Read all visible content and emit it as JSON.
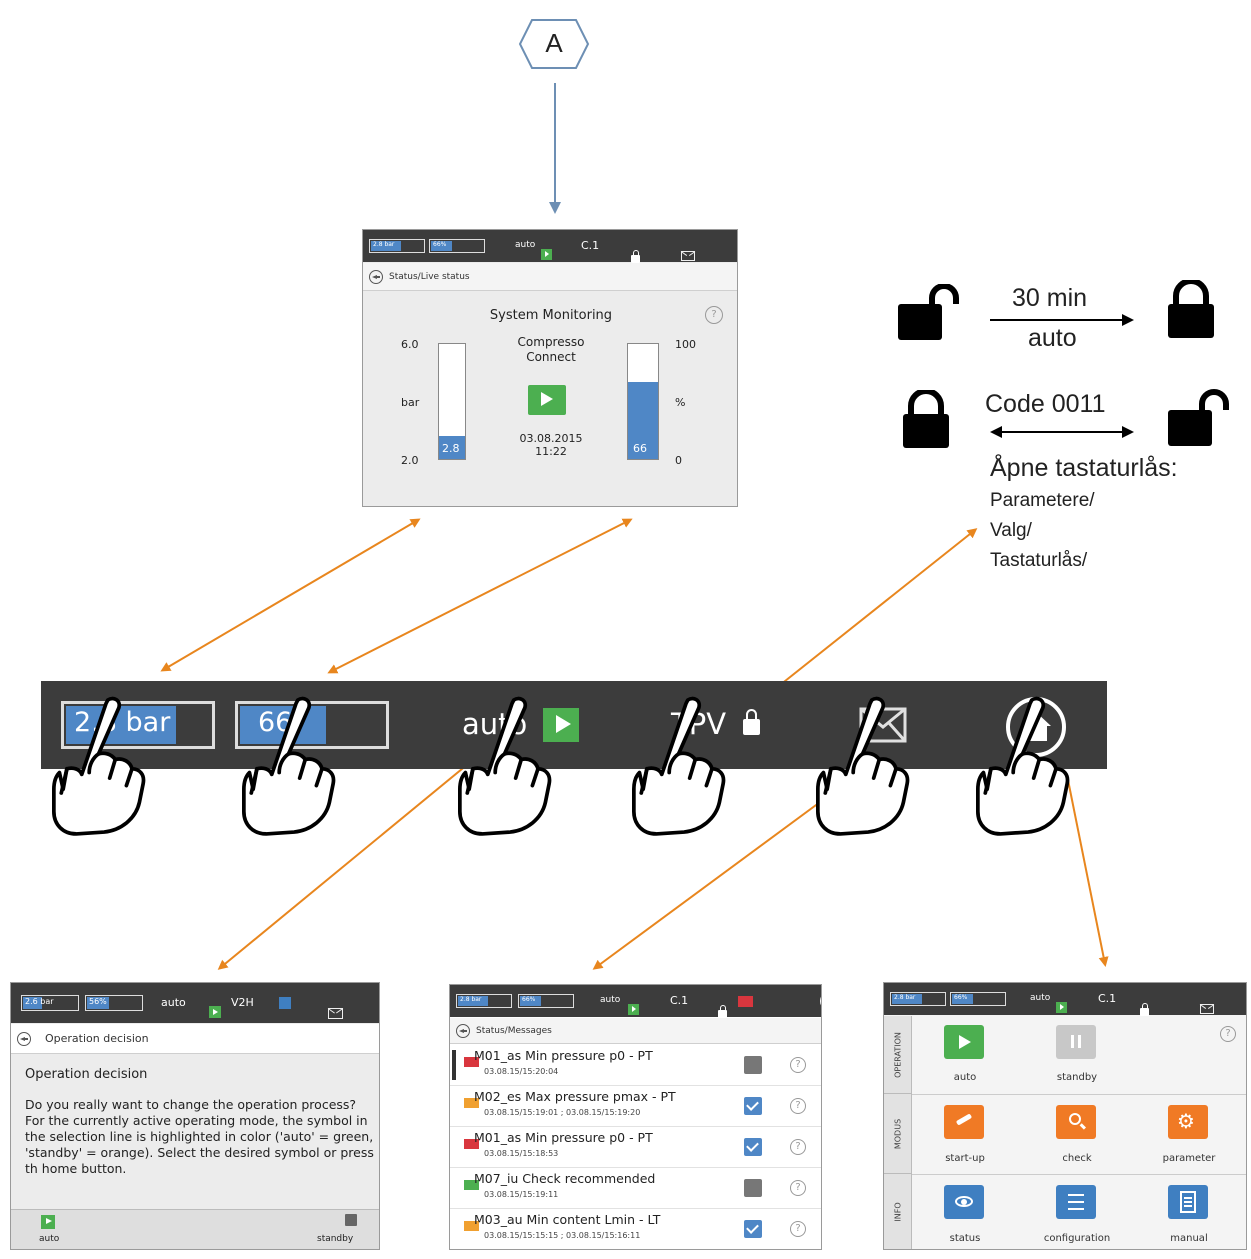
{
  "marker": "A",
  "lock_legend": {
    "duration": "30 min",
    "duration_sub": "auto",
    "code": "Code 0011",
    "unlock_title": "Åpne tastaturlås:",
    "path": [
      "Parametere/",
      "Valg/",
      "Tastaturlås/"
    ]
  },
  "top_screen": {
    "bar": {
      "pressure": "2.8 bar",
      "level": "66%",
      "mode": "auto",
      "lock_label": "C.1"
    },
    "breadcrumb": "Status/Live status",
    "title": "System Monitoring",
    "device": "Compresso\nConnect",
    "date": "03.08.2015",
    "time": "11:22",
    "left_gauge": {
      "max": "6.0",
      "unit": "bar",
      "min": "2.0",
      "value": "2.8",
      "fill": 0.2
    },
    "right_gauge": {
      "max": "100",
      "unit": "%",
      "min": "0",
      "value": "66",
      "fill": 0.66
    }
  },
  "big_bar": {
    "pressure": "2.8 bar",
    "level": "66",
    "mode": "auto",
    "lock_label": "TPV"
  },
  "screen_operation": {
    "bar": {
      "pressure": "2.6 bar",
      "level": "56%",
      "mode": "auto",
      "extra": "V2H"
    },
    "breadcrumb": "Operation decision",
    "heading": "Operation decision",
    "body": "Do you really want to change the operation process? For the currently active operating mode, the symbol in the selection line is highlighted in color ('auto' = green, 'standby' = orange). Select the desired symbol or press th home button.",
    "buttons": [
      "auto",
      "standby"
    ]
  },
  "screen_messages": {
    "bar": {
      "pressure": "2.8 bar",
      "level": "66%",
      "mode": "auto",
      "lock_label": "C.1"
    },
    "breadcrumb": "Status/Messages",
    "rows": [
      {
        "title": "M01_as Min pressure p0 - PT",
        "time": "03.08.15/15:20:04",
        "color": "#d9363e",
        "checked": false,
        "active": true
      },
      {
        "title": "M02_es Max pressure pmax - PT",
        "time": "03.08.15/15:19:01 ; 03.08.15/15:19:20",
        "color": "#f0a030",
        "checked": true,
        "active": false
      },
      {
        "title": "M01_as Min pressure p0 - PT",
        "time": "03.08.15/15:18:53",
        "color": "#d9363e",
        "checked": true,
        "active": false
      },
      {
        "title": "M07_iu Check recommended",
        "time": "03.08.15/15:19:11",
        "color": "#4caf50",
        "checked": false,
        "active": false
      },
      {
        "title": "M03_au Min content Lmin - LT",
        "time": "03.08.15/15:15:15 ; 03.08.15/15:16:11",
        "color": "#f0a030",
        "checked": true,
        "active": false
      }
    ]
  },
  "screen_menu": {
    "bar": {
      "pressure": "2.8 bar",
      "level": "66%",
      "mode": "auto",
      "lock_label": "C.1"
    },
    "sections": [
      "OPERATION",
      "MODUS",
      "INFO"
    ],
    "operation": [
      "auto",
      "standby"
    ],
    "modus": [
      "start-up",
      "check",
      "parameter"
    ],
    "info": [
      "status",
      "configuration",
      "manual"
    ]
  },
  "colors": {
    "arrow": "#e8861e",
    "blue_arrow": "#6d8fb4",
    "bar": "#3c3c3c",
    "fill": "#4f87c6",
    "green": "#4caf50",
    "orange": "#f07a25",
    "info_blue": "#3f7fc1"
  }
}
